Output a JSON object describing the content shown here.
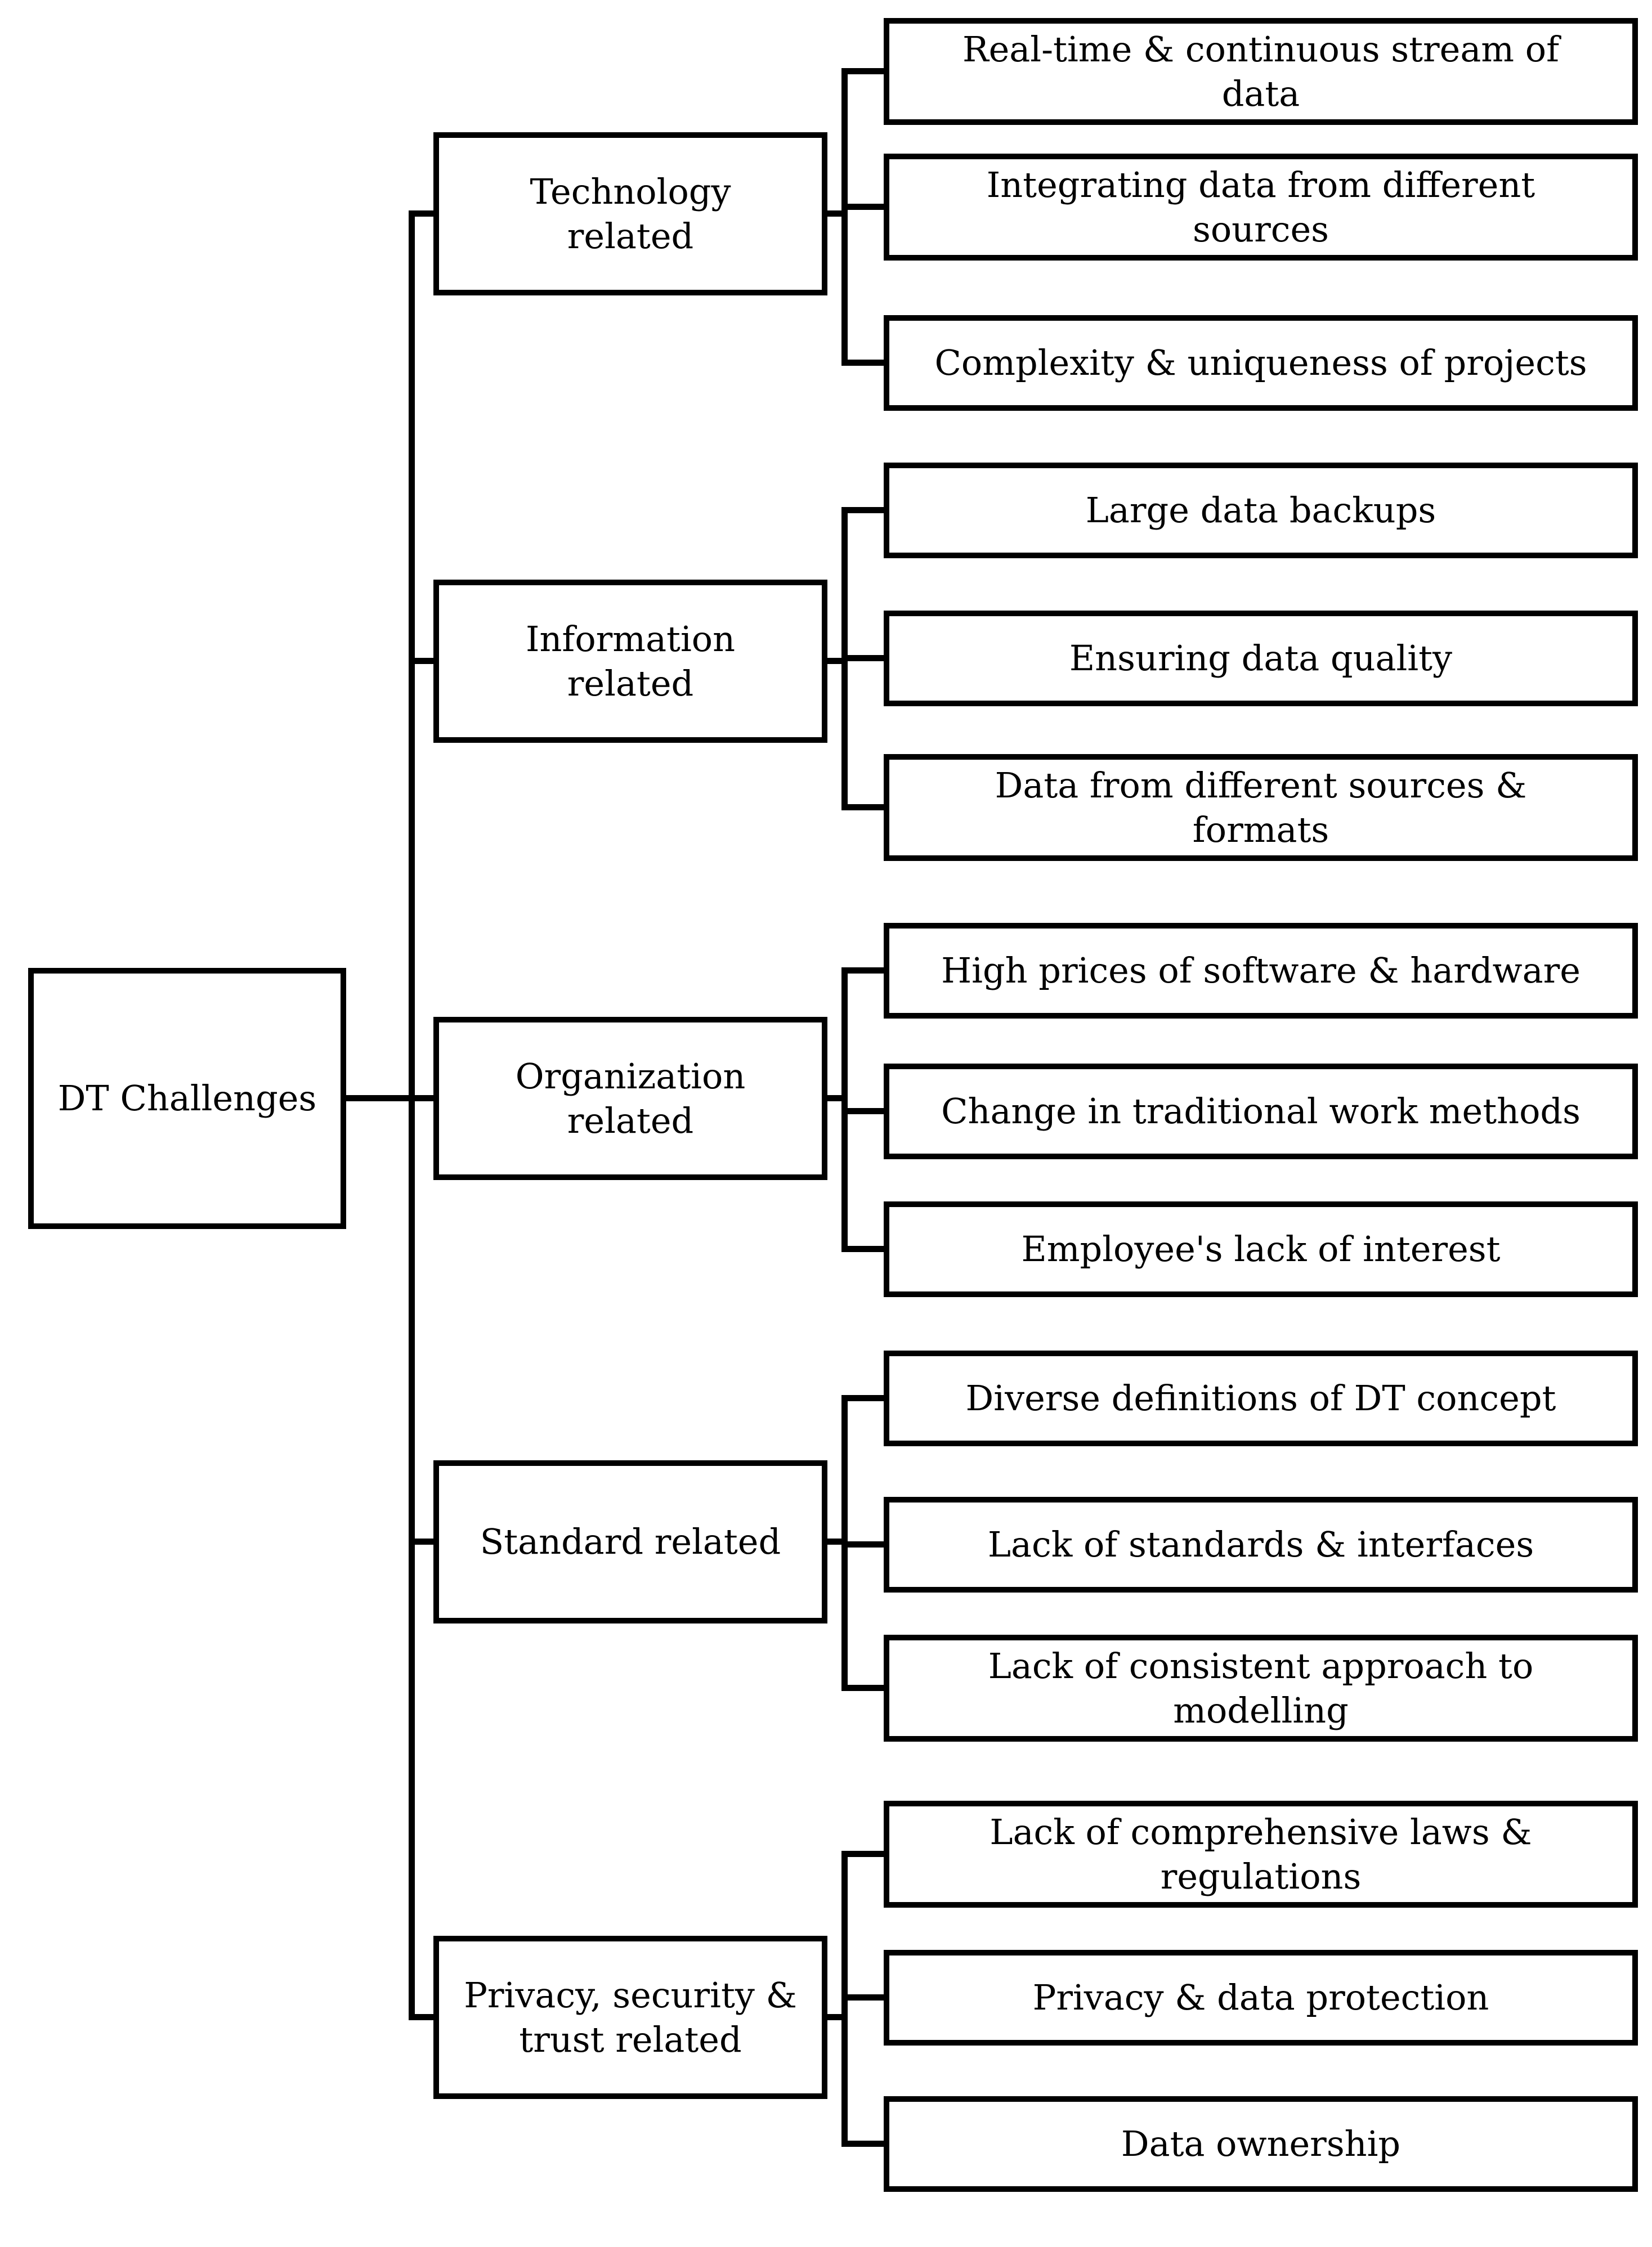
{
  "diagram": {
    "title": "DT Challenges diagram",
    "colors": {
      "foreground": "#000000",
      "background": "#ffffff"
    },
    "root": "DT Challenges",
    "categories": [
      {
        "label": "Technology\nrelated",
        "items": [
          "Real-time & continuous stream of\ndata",
          "Integrating data from different\nsources",
          "Complexity & uniqueness of projects"
        ]
      },
      {
        "label": "Information\nrelated",
        "items": [
          "Large data backups",
          "Ensuring data quality",
          "Data from different sources &\nformats"
        ]
      },
      {
        "label": "Organization\nrelated",
        "items": [
          "High prices of software & hardware",
          "Change in traditional work methods",
          "Employee's lack of interest"
        ]
      },
      {
        "label": "Standard related",
        "items": [
          "Diverse definitions of DT concept",
          "Lack of standards & interfaces",
          "Lack of consistent approach to\nmodelling"
        ]
      },
      {
        "label": "Privacy, security &\ntrust related",
        "items": [
          "Lack of comprehensive laws &\nregulations",
          "Privacy & data protection",
          "Data ownership"
        ]
      }
    ]
  }
}
